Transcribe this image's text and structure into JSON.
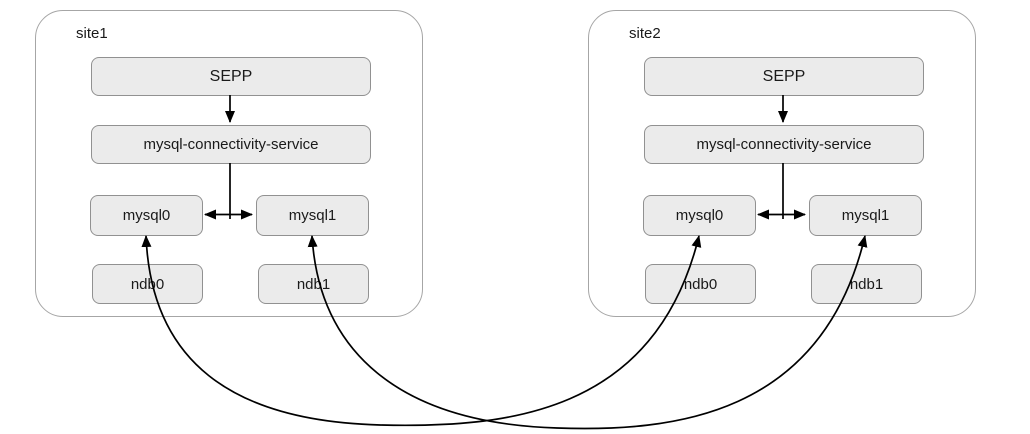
{
  "diagram": {
    "type": "topology-diagram",
    "colors": {
      "background": "#ffffff",
      "box_fill": "#ebebeb",
      "box_border": "#919191",
      "container_border": "#a6a6a6",
      "line": "#000000",
      "text": "#1a1a1a"
    },
    "sites": [
      {
        "label": "site1",
        "nodes": {
          "sepp": "SEPP",
          "connectivity": "mysql-connectivity-service",
          "mysql0": "mysql0",
          "mysql1": "mysql1",
          "ndb0": "ndb0",
          "ndb1": "ndb1"
        }
      },
      {
        "label": "site2",
        "nodes": {
          "sepp": "SEPP",
          "connectivity": "mysql-connectivity-service",
          "mysql0": "mysql0",
          "mysql1": "mysql1",
          "ndb0": "ndb0",
          "ndb1": "ndb1"
        }
      }
    ],
    "edges": [
      {
        "from": "site1.SEPP",
        "to": "site1.mysql-connectivity-service",
        "arrows": "end",
        "shape": "straight"
      },
      {
        "from": "site1.mysql-connectivity-service",
        "to": "site1.mysql0 & site1.mysql1",
        "arrows": "both",
        "shape": "tee"
      },
      {
        "from": "site2.SEPP",
        "to": "site2.mysql-connectivity-service",
        "arrows": "end",
        "shape": "straight"
      },
      {
        "from": "site2.mysql-connectivity-service",
        "to": "site2.mysql0 & site2.mysql1",
        "arrows": "both",
        "shape": "tee"
      },
      {
        "from": "site1.mysql0",
        "to": "site2.mysql0",
        "arrows": "both",
        "shape": "curved",
        "passes_through": [
          "site1.ndb0",
          "site2.ndb0"
        ]
      },
      {
        "from": "site1.mysql1",
        "to": "site2.mysql1",
        "arrows": "both",
        "shape": "curved",
        "passes_through": [
          "site1.ndb1",
          "site2.ndb1"
        ]
      }
    ]
  }
}
